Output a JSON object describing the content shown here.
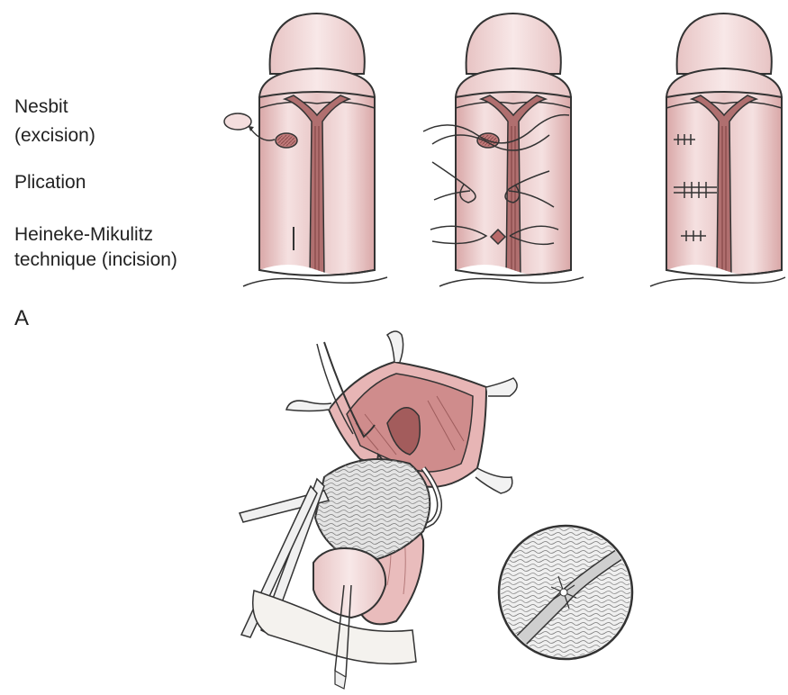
{
  "labels": {
    "nesbit": "Nesbit",
    "excision": "(excision)",
    "plication": "Plication",
    "heineke_line1": "Heineke-Mikulitz",
    "heineke_line2": "technique (incision)",
    "panel": "A"
  },
  "colors": {
    "tissue_pink": "#f3dcdc",
    "tissue_mid": "#e9c3c3",
    "tissue_dark": "#c98a8a",
    "urethra": "#a86868",
    "outline": "#333333",
    "graft_grey": "#d8d8d8"
  }
}
